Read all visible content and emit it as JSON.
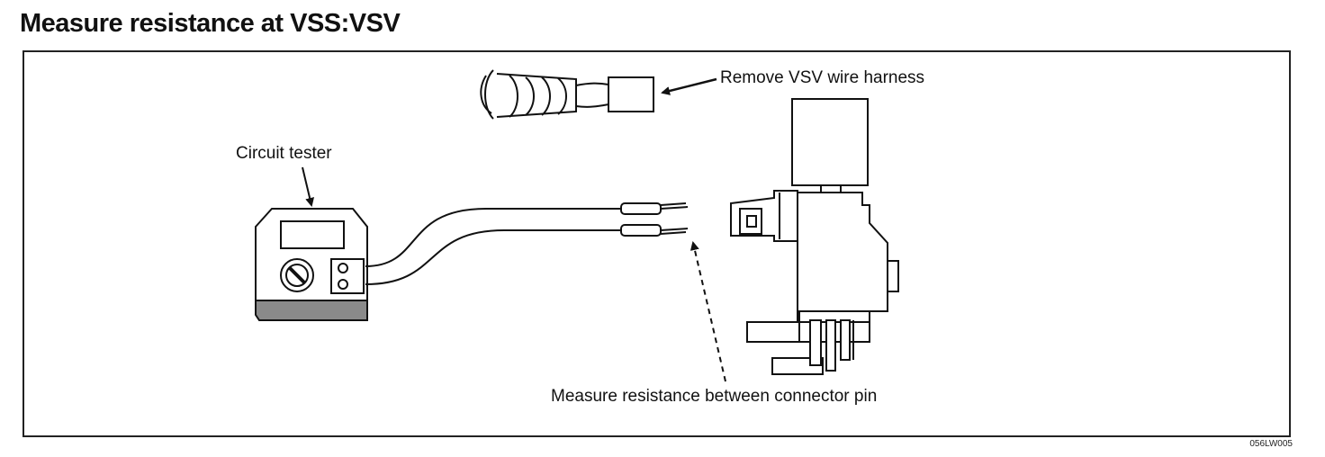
{
  "title": "Measure resistance at VSS:VSV",
  "labels": {
    "remove_harness": "Remove VSV wire harness",
    "circuit_tester": "Circuit tester",
    "measure_resistance": "Measure resistance between connector pin"
  },
  "figure_code": "056LW005"
}
